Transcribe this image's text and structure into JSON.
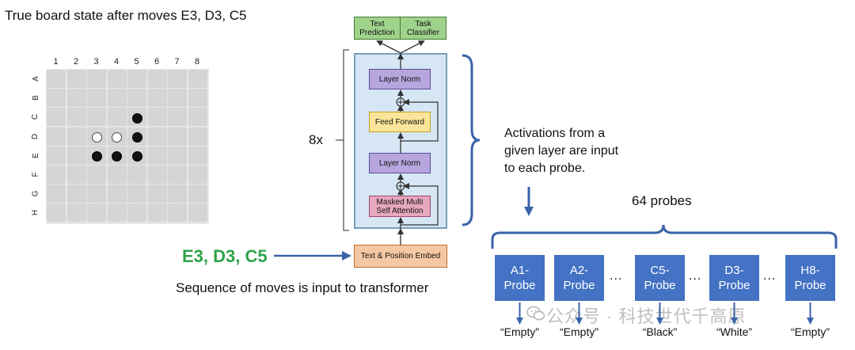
{
  "board": {
    "title": "True board state after moves E3, D3, C5",
    "columns": [
      "1",
      "2",
      "3",
      "4",
      "5",
      "6",
      "7",
      "8"
    ],
    "rows": [
      "A",
      "B",
      "C",
      "D",
      "E",
      "F",
      "G",
      "H"
    ],
    "pieces": [
      {
        "square": "C5",
        "row": 2,
        "col": 4,
        "color": "black"
      },
      {
        "square": "D3",
        "row": 3,
        "col": 2,
        "color": "white"
      },
      {
        "square": "D4",
        "row": 3,
        "col": 3,
        "color": "white"
      },
      {
        "square": "D5",
        "row": 3,
        "col": 4,
        "color": "black"
      },
      {
        "square": "E3",
        "row": 4,
        "col": 2,
        "color": "black"
      },
      {
        "square": "E4",
        "row": 4,
        "col": 3,
        "color": "black"
      },
      {
        "square": "E5",
        "row": 4,
        "col": 4,
        "color": "black"
      }
    ]
  },
  "input": {
    "moves": "E3, D3, C5",
    "caption": "Sequence of moves is input to transformer"
  },
  "transformer": {
    "repeat": "8x",
    "heads": [
      {
        "line1": "Text",
        "line2": "Prediction"
      },
      {
        "line1": "Task",
        "line2": "Classifier"
      }
    ],
    "layer_norm_top": "Layer Norm",
    "feed_forward": "Feed Forward",
    "layer_norm_bottom": "Layer Norm",
    "attention": {
      "line1": "Masked Multi",
      "line2": "Self Attention"
    },
    "embed": "Text & Position Embed",
    "plus": "+"
  },
  "activations": {
    "line1": "Activations from a",
    "line2": "given layer are input",
    "line3": "to each probe."
  },
  "probes": {
    "count_label": "64 probes",
    "items": [
      {
        "line1": "A1-",
        "line2": "Probe",
        "output": "“Empty”"
      },
      {
        "line1": "A2-",
        "line2": "Probe",
        "output": "“Empty”"
      },
      {
        "line1": "C5-",
        "line2": "Probe",
        "output": "“Black”"
      },
      {
        "line1": "D3-",
        "line2": "Probe",
        "output": "“White”"
      },
      {
        "line1": "H8-",
        "line2": "Probe",
        "output": "“Empty”"
      }
    ],
    "ellipsis": "..."
  },
  "watermark": "公众号 · 科技世代千高原",
  "colors": {
    "moves_green": "#2ea24a",
    "probe_blue": "#4472c4",
    "arrow_blue": "#3a63a8",
    "bracket_blue": "#3a63a8"
  }
}
